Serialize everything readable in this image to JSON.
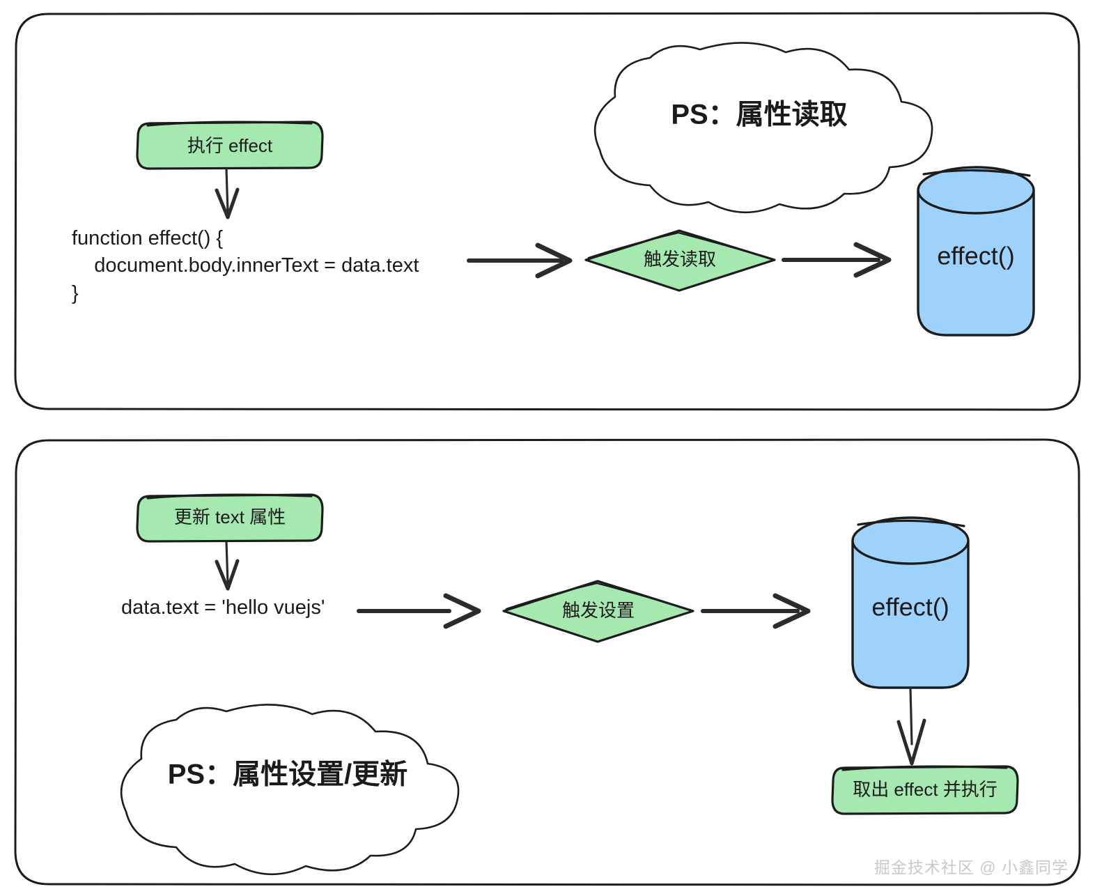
{
  "diagram": {
    "title_watermark": "掘金技术社区 @ 小鑫同学",
    "panels": [
      {
        "id": "panel-read",
        "start_box": "执行 effect",
        "code_lines": [
          "function effect() {",
          "    document.body.innerText = data.text",
          "}"
        ],
        "decision": "触发读取",
        "cylinder": "effect()",
        "cloud": "PS：属性读取"
      },
      {
        "id": "panel-write",
        "start_box": "更新 text 属性",
        "code_lines": [
          "data.text = 'hello vuejs'"
        ],
        "decision": "触发设置",
        "cylinder": "effect()",
        "cloud": "PS：属性设置/更新",
        "result_box": "取出 effect 并执行"
      }
    ],
    "colors": {
      "green": "#a5e8b0",
      "blue": "#9ed2fb",
      "stroke": "#1c1c1c",
      "background": "#ffffff",
      "watermark": "#c9c9c9"
    }
  }
}
